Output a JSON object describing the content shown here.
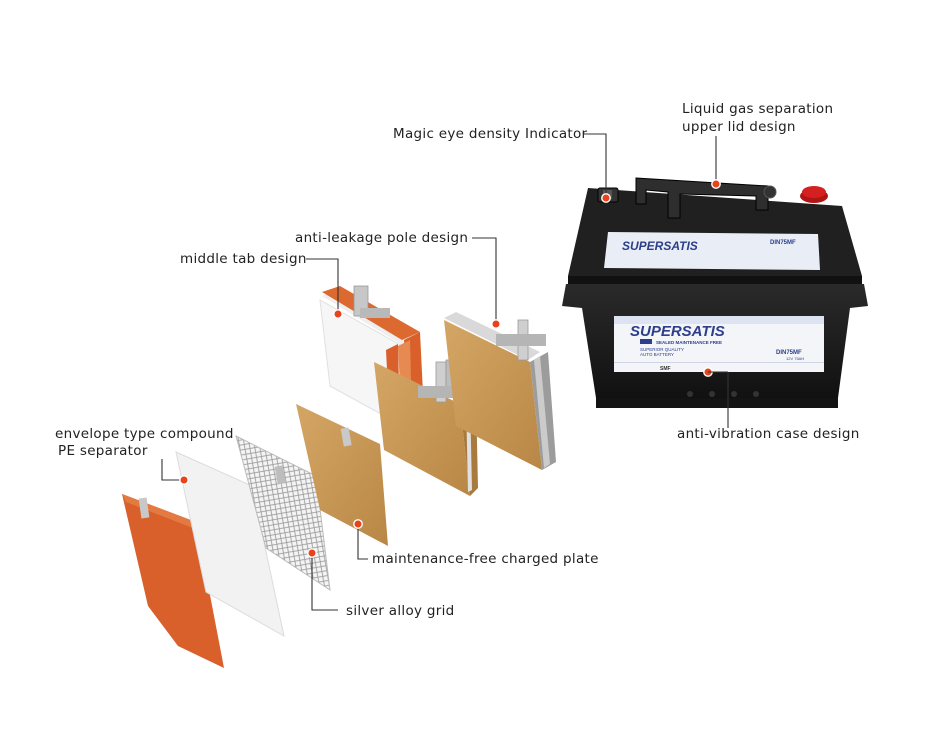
{
  "labels": {
    "magic_eye": "Magic eye density Indicator",
    "liquid_gas_line1": "Liquid gas separation",
    "liquid_gas_line2": "upper lid design",
    "anti_leakage": "anti-leakage pole design",
    "middle_tab": "middle tab design",
    "envelope_line1": "envelope type compound",
    "envelope_line2": "PE separator",
    "anti_vibration": "anti-vibration case design",
    "charged_plate": "maintenance-free charged plate",
    "silver_grid": "silver alloy grid"
  },
  "battery": {
    "brand": "SUPERSATIS",
    "model": "DIN75MF",
    "sub_line1": "SEALED MAINTENANCE FREE",
    "sub_line2": "SUPERIOR QUALITY",
    "sub_line3": "AUTO BATTERY",
    "spec": "12V 75AH",
    "smf": "SMF"
  },
  "colors": {
    "marker": "#e8431a",
    "plate_orange": "#d9602a",
    "plate_tan": "#c89a5a",
    "battery_case": "#1b1b1b",
    "label_blue": "#2c3e8c"
  }
}
